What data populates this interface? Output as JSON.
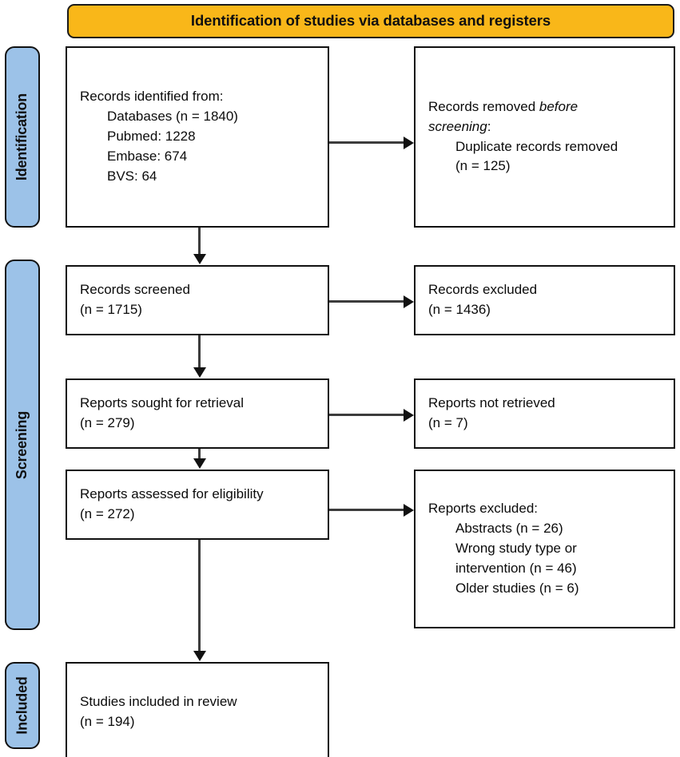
{
  "header": {
    "title": "Identification of studies via databases and registers",
    "background_color": "#F9B719",
    "border_color": "#111111"
  },
  "colors": {
    "stage_bar_fill": "#9CC2E8",
    "box_border": "#111111",
    "box_fill": "#FFFFFF",
    "connector": "#3C3C3C",
    "text": "#0B0B0B"
  },
  "stages": [
    {
      "id": "identification",
      "label": "Identification"
    },
    {
      "id": "screening",
      "label": "Screening"
    },
    {
      "id": "included",
      "label": "Included"
    }
  ],
  "boxes": {
    "records_identified": {
      "lines": [
        {
          "text": "Records identified from:",
          "indent": false
        },
        {
          "text": "Databases (n = 1840)",
          "indent": true
        },
        {
          "text": "Pubmed: 1228",
          "indent": true
        },
        {
          "text": "Embase: 674",
          "indent": true
        },
        {
          "text": "BVS: 64",
          "indent": true
        }
      ]
    },
    "records_removed": {
      "lines": [
        {
          "text": "Records removed ",
          "italic_text": "before",
          "indent": false
        },
        {
          "text": "screening",
          "italic_lead": true,
          "suffix": ":",
          "indent": false
        },
        {
          "text": "Duplicate records removed",
          "indent": true
        },
        {
          "text": "(n = 125)",
          "indent": true
        }
      ]
    },
    "records_screened": {
      "lines": [
        {
          "text": "Records screened",
          "indent": false
        },
        {
          "text": "(n = 1715)",
          "indent": false
        }
      ]
    },
    "records_excluded": {
      "lines": [
        {
          "text": "Records excluded",
          "indent": false
        },
        {
          "text": "(n = 1436)",
          "indent": false
        }
      ]
    },
    "reports_sought": {
      "lines": [
        {
          "text": "Reports sought for retrieval",
          "indent": false
        },
        {
          "text": "(n = 279)",
          "indent": false
        }
      ]
    },
    "reports_not_retrieved": {
      "lines": [
        {
          "text": "Reports not retrieved",
          "indent": false
        },
        {
          "text": "(n = 7)",
          "indent": false
        }
      ]
    },
    "reports_assessed": {
      "lines": [
        {
          "text": "Reports assessed for eligibility",
          "indent": false
        },
        {
          "text": "(n = 272)",
          "indent": false
        }
      ]
    },
    "reports_excluded": {
      "lines": [
        {
          "text": "Reports excluded:",
          "indent": false
        },
        {
          "text": "Abstracts (n = 26)",
          "indent": true
        },
        {
          "text": "Wrong study type or",
          "indent": true
        },
        {
          "text": "intervention (n = 46)",
          "indent": true
        },
        {
          "text": "Older studies (n = 6)",
          "indent": true
        }
      ]
    },
    "studies_included": {
      "lines": [
        {
          "text": "Studies included in review",
          "indent": false
        },
        {
          "text": "(n = 194)",
          "indent": false
        }
      ]
    }
  },
  "flow_data": {
    "type": "prisma-flow",
    "counts": {
      "records_identified_total": 1840,
      "pubmed": 1228,
      "embase": 674,
      "bvs": 64,
      "duplicates_removed": 125,
      "records_screened": 1715,
      "records_excluded": 1436,
      "reports_sought": 279,
      "reports_not_retrieved": 7,
      "reports_assessed": 272,
      "excluded_abstracts": 26,
      "excluded_wrong_study_type_or_intervention": 46,
      "excluded_older_studies": 6,
      "studies_included": 194
    }
  }
}
